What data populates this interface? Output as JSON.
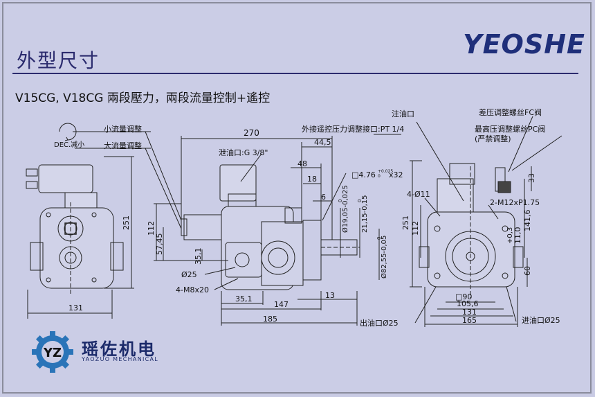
{
  "header": {
    "title": "外型尺寸",
    "brand": "YEOSHE",
    "subtitle": "V15CG, V18CG  兩段壓力，兩段流量控制+遙控"
  },
  "labels": {
    "dec": "DEC.减小",
    "small_flow": "小流量调整",
    "large_flow": "大流量调整",
    "drain": "泄油口:G 3/8\"",
    "remote_port": "外接遥控压力调整接口:PT 1/4",
    "inlet_port": "注油口",
    "fc_valve": "差压调整螺丝FC阀",
    "pc_valve": "最高压调整螺丝PC阀",
    "pc_note": "(严禁调整)",
    "outlet": "出油口Ø25",
    "inlet": "进油口Ø25",
    "key": "□4.76",
    "key_tol_up": "+0.025",
    "key_tol_low": "0",
    "key_len": "x32",
    "hole_4": "4-Ø11",
    "thread_2": "2-M12xP1.75",
    "bolt_4": "4-M8x20",
    "phi25": "Ø25"
  },
  "dims": {
    "d270": "270",
    "d44_5": "44,5",
    "d48": "48",
    "d18": "18",
    "d6": "6",
    "d251_l": "251",
    "d112_l": "112",
    "d57_45": "57,45",
    "d35_1v": "35,1",
    "d131_l": "131",
    "d35_1h": "35,1",
    "d147": "147",
    "d185": "185",
    "d13": "13",
    "shaft_19": "Ø19,05-0,025",
    "shaft_19_up": "0",
    "d21_15": "21,15-0,15",
    "d21_up": "0",
    "shaft_82": "Ø82,55-0,05",
    "shaft_82_up": "0",
    "d251_r": "251",
    "d112_r": "112",
    "d141_6": "141,6",
    "d11": "11,0",
    "d11_tol": "+0,3",
    "d60": "60",
    "d33": "33",
    "d90": "□90",
    "d105_6": "105,6",
    "d131_r": "131",
    "d165": "165"
  },
  "company": {
    "name": "瑶佐机电",
    "english": "YAOZUO MECHANICAL",
    "logo_letters": "YZ"
  }
}
